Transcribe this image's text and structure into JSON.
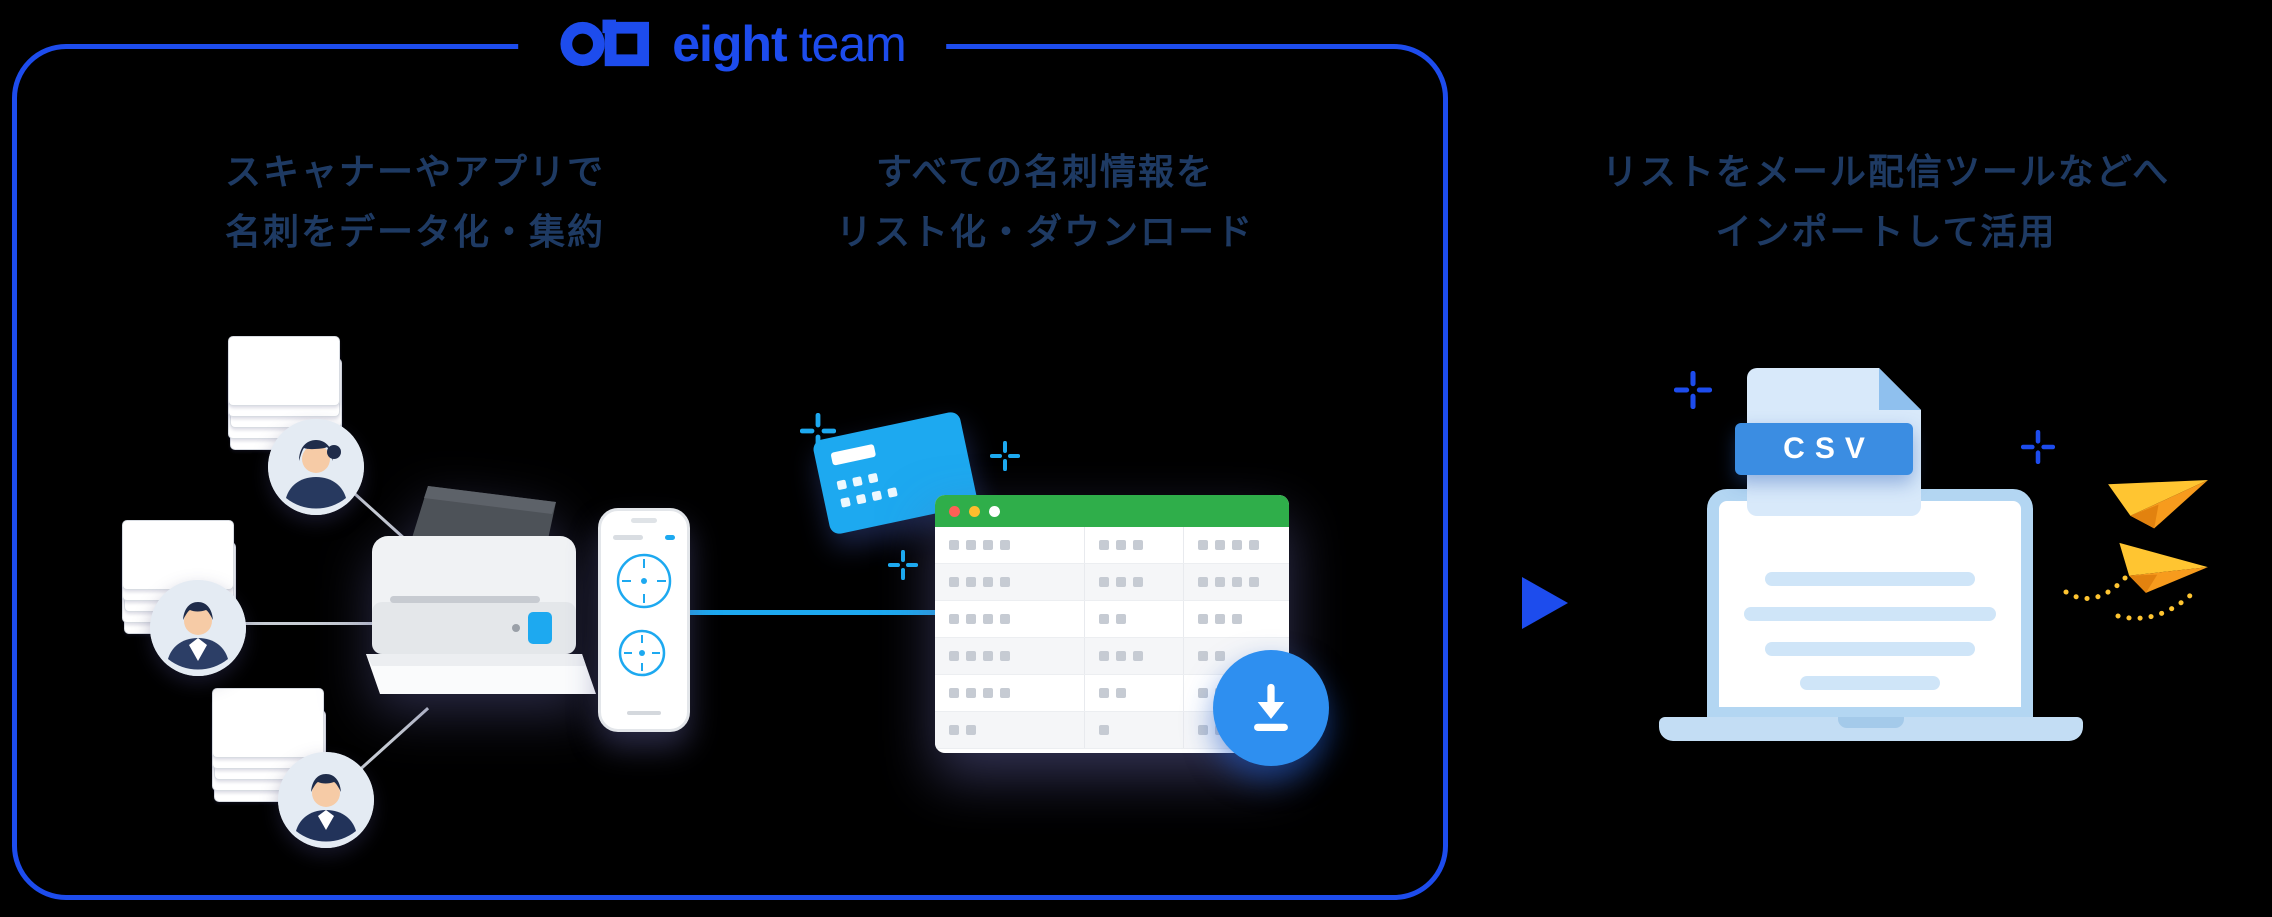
{
  "logo": {
    "word1": "eight",
    "word2": "team"
  },
  "steps": {
    "step1": {
      "line1": "スキャナーやアプリで",
      "line2": "名刺をデータ化・集約"
    },
    "step2": {
      "line1": "すべての名刺情報を",
      "line2": "リスト化・ダウンロード"
    },
    "step3": {
      "line1": "リストをメール配信ツールなどへ",
      "line2": "インポートして活用"
    }
  },
  "csv_file": {
    "label": "CSV"
  },
  "spreadsheet": {
    "dot_rows": [
      [
        4,
        3,
        4
      ],
      [
        4,
        3,
        4
      ],
      [
        4,
        2,
        3
      ],
      [
        4,
        3,
        2
      ],
      [
        4,
        2,
        3
      ],
      [
        2,
        1,
        2
      ]
    ]
  },
  "colors": {
    "brand_blue": "#1d4ced",
    "heading_navy": "#1e3a63",
    "azure": "#1da9f0",
    "sheet_green": "#2fae4a",
    "download_blue": "#2e8ff0",
    "csv_banner_blue": "#3b8de2",
    "laptop_blue": "#b3d6f2",
    "laptop_base_blue": "#c3ddf4",
    "plane_yellow": "#ffc531"
  }
}
